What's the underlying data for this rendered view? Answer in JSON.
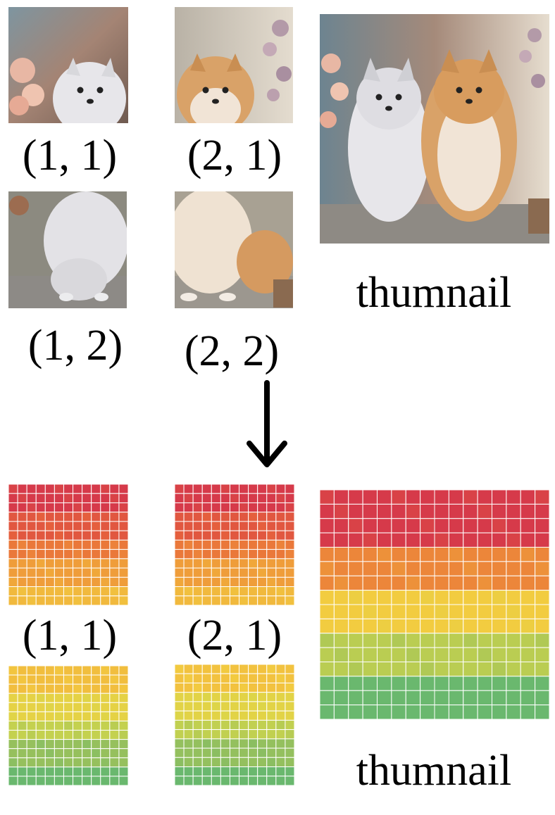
{
  "top_section": {
    "tiles": [
      {
        "label": "(1, 1)"
      },
      {
        "label": "(2, 1)"
      },
      {
        "label": "(1, 2)"
      },
      {
        "label": "(2, 2)"
      }
    ],
    "thumbnail": {
      "label": "thumnail"
    }
  },
  "bottom_section": {
    "tiles": [
      {
        "label": "(1, 1)"
      },
      {
        "label": "(2, 1)"
      }
    ],
    "thumbnail": {
      "label": "thumnail"
    }
  },
  "colors": {
    "grid_line": "#ffffff",
    "gradient_stops": [
      "#d63a4a",
      "#e8683a",
      "#f0a43a",
      "#f2cc40",
      "#d6d84a",
      "#9ec25a",
      "#6ab86e"
    ],
    "photo_wall": "#c8c0b4",
    "photo_dog_white": "#eceaec",
    "photo_dog_orange": "#d9a268",
    "photo_flowers": "#e8b7a4",
    "arrow": "#000000"
  },
  "icons": {
    "arrow": "down-arrow-icon"
  }
}
